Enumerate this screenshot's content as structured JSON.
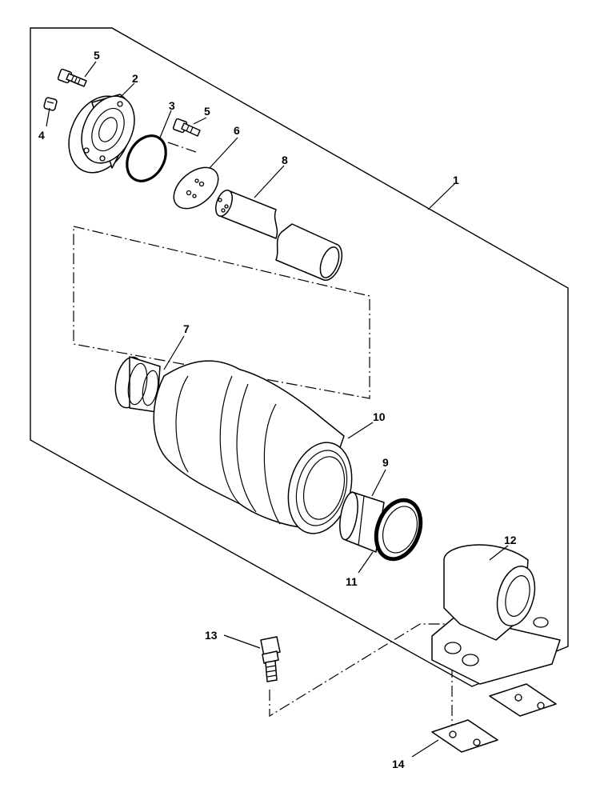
{
  "callouts": {
    "c1": "1",
    "c2": "2",
    "c3": "3",
    "c4": "4",
    "c5a": "5",
    "c5b": "5",
    "c6": "6",
    "c7": "7",
    "c8": "8",
    "c9": "9",
    "c10": "10",
    "c11": "11",
    "c12": "12",
    "c13": "13",
    "c14": "14"
  }
}
